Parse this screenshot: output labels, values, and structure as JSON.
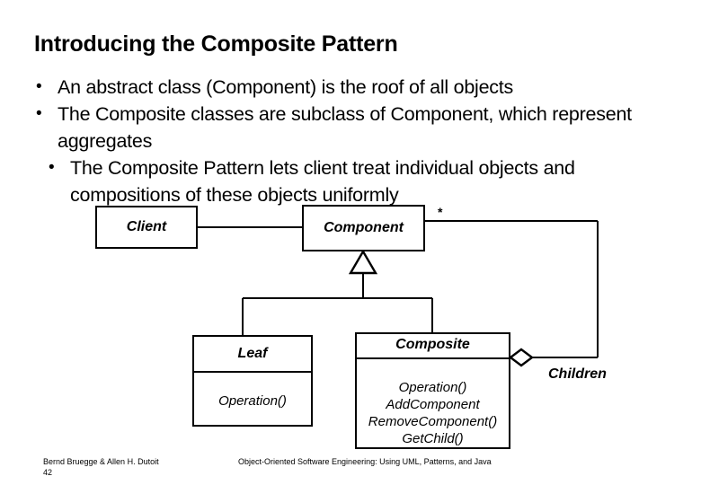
{
  "slide": {
    "title": "Introducing the Composite Pattern",
    "bullets": [
      {
        "marker": "•",
        "text": "An abstract class (Component) is the roof of all objects",
        "indented": false
      },
      {
        "marker": "•",
        "text": "The Composite classes are subclass of Component, which represent aggregates",
        "indented": false
      },
      {
        "marker": "•",
        "text": "The Composite Pattern lets client treat individual objects and compositions of these  objects uniformly",
        "indented": true
      }
    ]
  },
  "diagram": {
    "type": "uml-class-diagram",
    "classes": [
      {
        "id": "client",
        "name": "Client",
        "operations": []
      },
      {
        "id": "component",
        "name": "Component",
        "operations": []
      },
      {
        "id": "leaf",
        "name": "Leaf",
        "operations": [
          "Operation()"
        ]
      },
      {
        "id": "composite",
        "name": "Composite",
        "operations": [
          "Operation()",
          "AddComponent",
          "RemoveComponent()",
          "GetChild()"
        ]
      }
    ],
    "labels": {
      "multiplicity": "*",
      "role": "Children"
    },
    "relationships": [
      {
        "type": "association",
        "from": "client",
        "to": "component"
      },
      {
        "type": "generalization",
        "from": "leaf",
        "to": "component"
      },
      {
        "type": "generalization",
        "from": "composite",
        "to": "component"
      },
      {
        "type": "aggregation",
        "from": "composite",
        "to": "component",
        "multiplicity": "*",
        "role": "Children"
      }
    ]
  },
  "footer": {
    "authors": "Bernd Bruegge & Allen H. Dutoit",
    "page_number": "42",
    "book_title": "Object-Oriented Software Engineering: Using UML, Patterns, and Java"
  },
  "colors": {
    "ink": "#000000",
    "background": "#ffffff"
  }
}
